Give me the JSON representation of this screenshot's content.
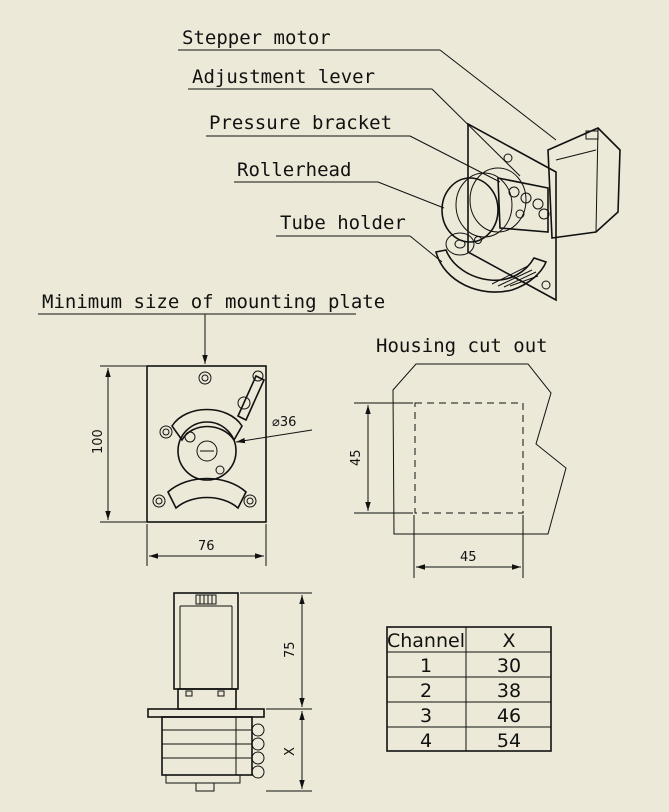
{
  "labels": {
    "stepper_motor": "Stepper motor",
    "adjustment_lever": "Adjustment lever",
    "pressure_bracket": "Pressure bracket",
    "rollerhead": "Rollerhead",
    "tube_holder": "Tube holder",
    "mounting_plate_title": "Minimum size of mounting plate",
    "housing_cutout_title": "Housing cut out"
  },
  "dimensions": {
    "plate_height": "100",
    "plate_width": "76",
    "roller_diameter": "⌀36",
    "cutout_height": "45",
    "cutout_width": "45",
    "motor_length": "75",
    "head_length": "X"
  },
  "channel_table": {
    "headers": [
      "Channel",
      "X"
    ],
    "rows": [
      [
        "1",
        "30"
      ],
      [
        "2",
        "38"
      ],
      [
        "3",
        "46"
      ],
      [
        "4",
        "54"
      ]
    ]
  }
}
